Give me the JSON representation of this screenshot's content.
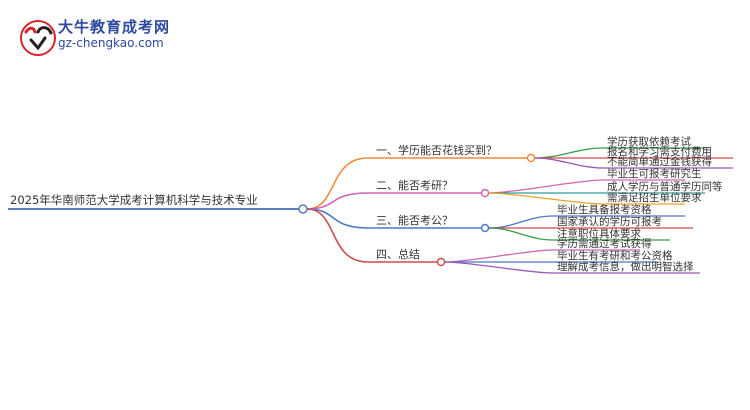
{
  "logo": {
    "title": "大牛教育成考网",
    "url": "gz-chengkao.com",
    "icon": "bull-logo-icon"
  },
  "mindmap": {
    "root": "2025年华南师范大学成考计算机科学与技术专业",
    "branches": [
      {
        "label": "一、学历能否花钱买到？",
        "color": "#f0883a",
        "leaves": [
          "学历获取依赖考试",
          "报名和学习需支付费用",
          "不能简单通过金钱获得"
        ]
      },
      {
        "label": "二、能否考研？",
        "color": "#d264b4",
        "leaves": [
          "毕业生可报考研究生",
          "成人学历与普通学历同等",
          "需满足招生单位要求"
        ]
      },
      {
        "label": "三、能否考公？",
        "color": "#4a78c8",
        "leaves": [
          "毕业生具备报考资格",
          "国家承认的学历可报考",
          "注意职位具体要求"
        ]
      },
      {
        "label": "四、总结",
        "color": "#d24a4a",
        "leaves": [
          "学历需通过考试获得",
          "毕业生有考研和考公资格",
          "理解成考信息，做出明智选择"
        ]
      }
    ],
    "leaf_colors": [
      [
        "#3aa048",
        "#d24a4a",
        "#9b59b6"
      ],
      [
        "#d264b4",
        "#2e9e9e",
        "#f0a020"
      ],
      [
        "#4a78c8",
        "#d24a4a",
        "#3aa048"
      ],
      [
        "#d264b4",
        "#4a78c8",
        "#9b59b6"
      ]
    ]
  }
}
